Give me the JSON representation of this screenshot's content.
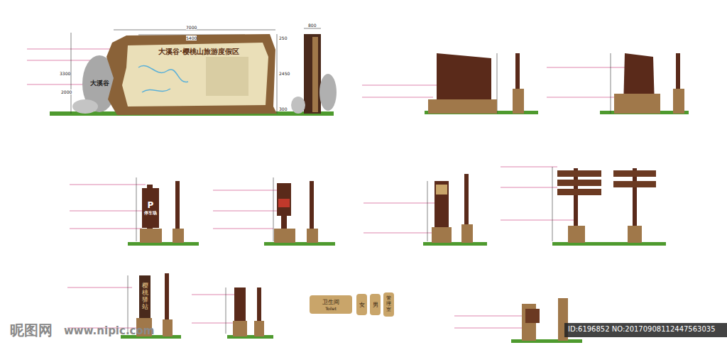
{
  "diagram": {
    "nodes": [
      {
        "text": [
          "大溪谷·樱桃山旅游度假区"
        ]
      },
      {
        "text": [
          "大溪谷"
        ]
      },
      {
        "text": [
          "P",
          "停车场"
        ]
      },
      {
        "text": [
          "卫生间",
          "Toilet"
        ]
      },
      {
        "text": [
          "女"
        ]
      },
      {
        "text": [
          "男"
        ]
      },
      {
        "text": [
          "管理室"
        ]
      },
      {
        "text": [
          "樱桃驿站"
        ]
      }
    ],
    "labels": [
      "7000",
      "5400",
      "800",
      "250",
      "2450",
      "300",
      "3300",
      "2000",
      "昵图网",
      "www.nipic.com",
      "ID:6196852 NO:20170908112447563035"
    ]
  }
}
